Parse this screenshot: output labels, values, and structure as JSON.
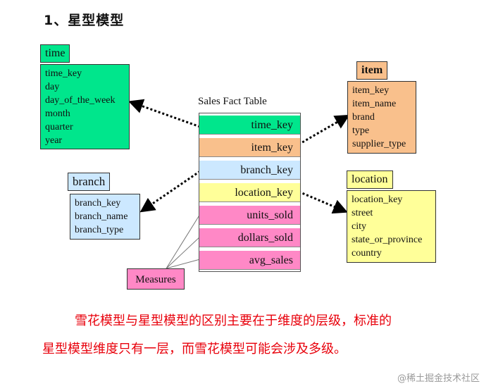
{
  "heading": "1、星型模型",
  "time": {
    "title": "time",
    "fields": [
      "time_key",
      "day",
      "day_of_the_week",
      "month",
      "quarter",
      "year"
    ]
  },
  "item": {
    "title": "item",
    "fields": [
      "item_key",
      "item_name",
      "brand",
      "type",
      "supplier_type"
    ]
  },
  "branch": {
    "title": "branch",
    "fields": [
      "branch_key",
      "branch_name",
      "branch_type"
    ]
  },
  "location": {
    "title": "location",
    "fields": [
      "location_key",
      "street",
      "city",
      "state_or_province",
      "country"
    ]
  },
  "fact_table": {
    "title": "Sales Fact Table",
    "rows": [
      "time_key",
      "item_key",
      "branch_key",
      "location_key",
      "units_sold",
      "dollars_sold",
      "avg_sales"
    ]
  },
  "measures_label": "Measures",
  "paragraph": {
    "line1": "雪花模型与星型模型的区别主要在于维度的层级，标准的",
    "line2": "星型模型维度只有一层，而雪花模型可能会涉及多级。"
  },
  "watermark": "@稀土掘金技术社区",
  "colors": {
    "time": "#00e68c",
    "item": "#f9c08c",
    "branch": "#cce8ff",
    "location": "#ffff99",
    "measures": "#ff88c6",
    "text_red": "#e8000b"
  }
}
